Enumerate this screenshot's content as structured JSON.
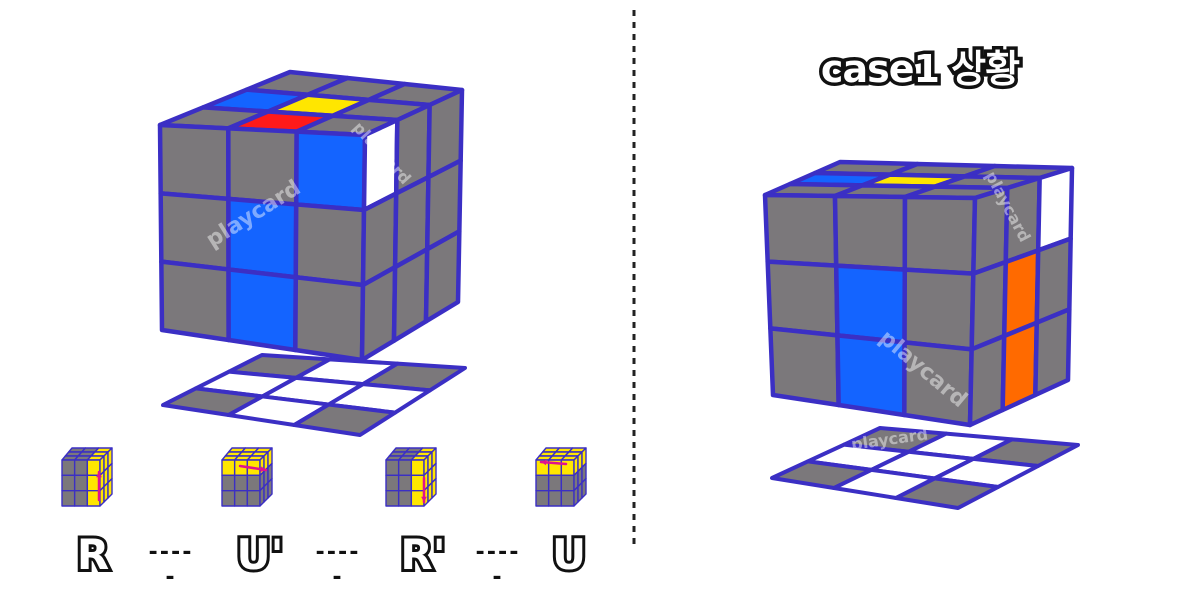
{
  "title": "case1 상황",
  "watermark": "playcard",
  "moves": [
    {
      "label": "R"
    },
    {
      "label": "U'"
    },
    {
      "label": "R'"
    },
    {
      "label": "U"
    }
  ],
  "separator": "-----",
  "colors": {
    "outline": "#3b2fc4",
    "gray": "#7b787b",
    "blue": "#1464ff",
    "yellow": "#ffe600",
    "red": "#ff1a1a",
    "white": "#ffffff",
    "orange": "#ff6a00",
    "arrow": "#e0128f",
    "divider": "#222222"
  }
}
